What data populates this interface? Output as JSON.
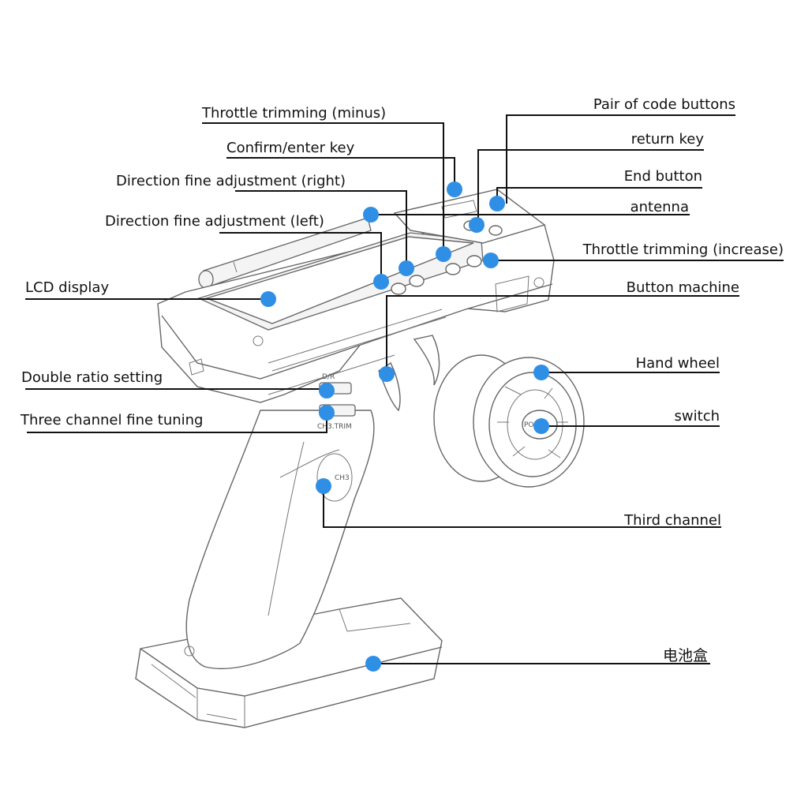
{
  "callouts": [
    {
      "id": "throttle-trim-minus",
      "text": "Throttle trimming (minus)"
    },
    {
      "id": "confirm-enter",
      "text": "Confirm/enter key"
    },
    {
      "id": "dir-fine-right",
      "text": "Direction fine adjustment (right)"
    },
    {
      "id": "dir-fine-left",
      "text": "Direction fine adjustment (left)"
    },
    {
      "id": "lcd-display",
      "text": "LCD display"
    },
    {
      "id": "double-ratio",
      "text": "Double ratio setting"
    },
    {
      "id": "three-channel-trim",
      "text": "Three channel fine tuning"
    },
    {
      "id": "pair-code",
      "text": "Pair of code buttons"
    },
    {
      "id": "return-key",
      "text": "return key"
    },
    {
      "id": "end-button",
      "text": "End button"
    },
    {
      "id": "antenna",
      "text": "antenna"
    },
    {
      "id": "throttle-trim-increase",
      "text": "Throttle trimming (increase)"
    },
    {
      "id": "button-machine",
      "text": "Button machine"
    },
    {
      "id": "hand-wheel",
      "text": "Hand wheel"
    },
    {
      "id": "switch",
      "text": "switch"
    },
    {
      "id": "third-channel",
      "text": "Third channel"
    },
    {
      "id": "battery-box",
      "text": "电池盒"
    }
  ],
  "device_markings": {
    "dr": "D/R",
    "ch3_trim": "CH3.TRIM",
    "power": "POW",
    "ch3": "CH3"
  },
  "colors": {
    "marker": "#2f8fe5",
    "leader": "#111111",
    "outline": "#666666"
  }
}
